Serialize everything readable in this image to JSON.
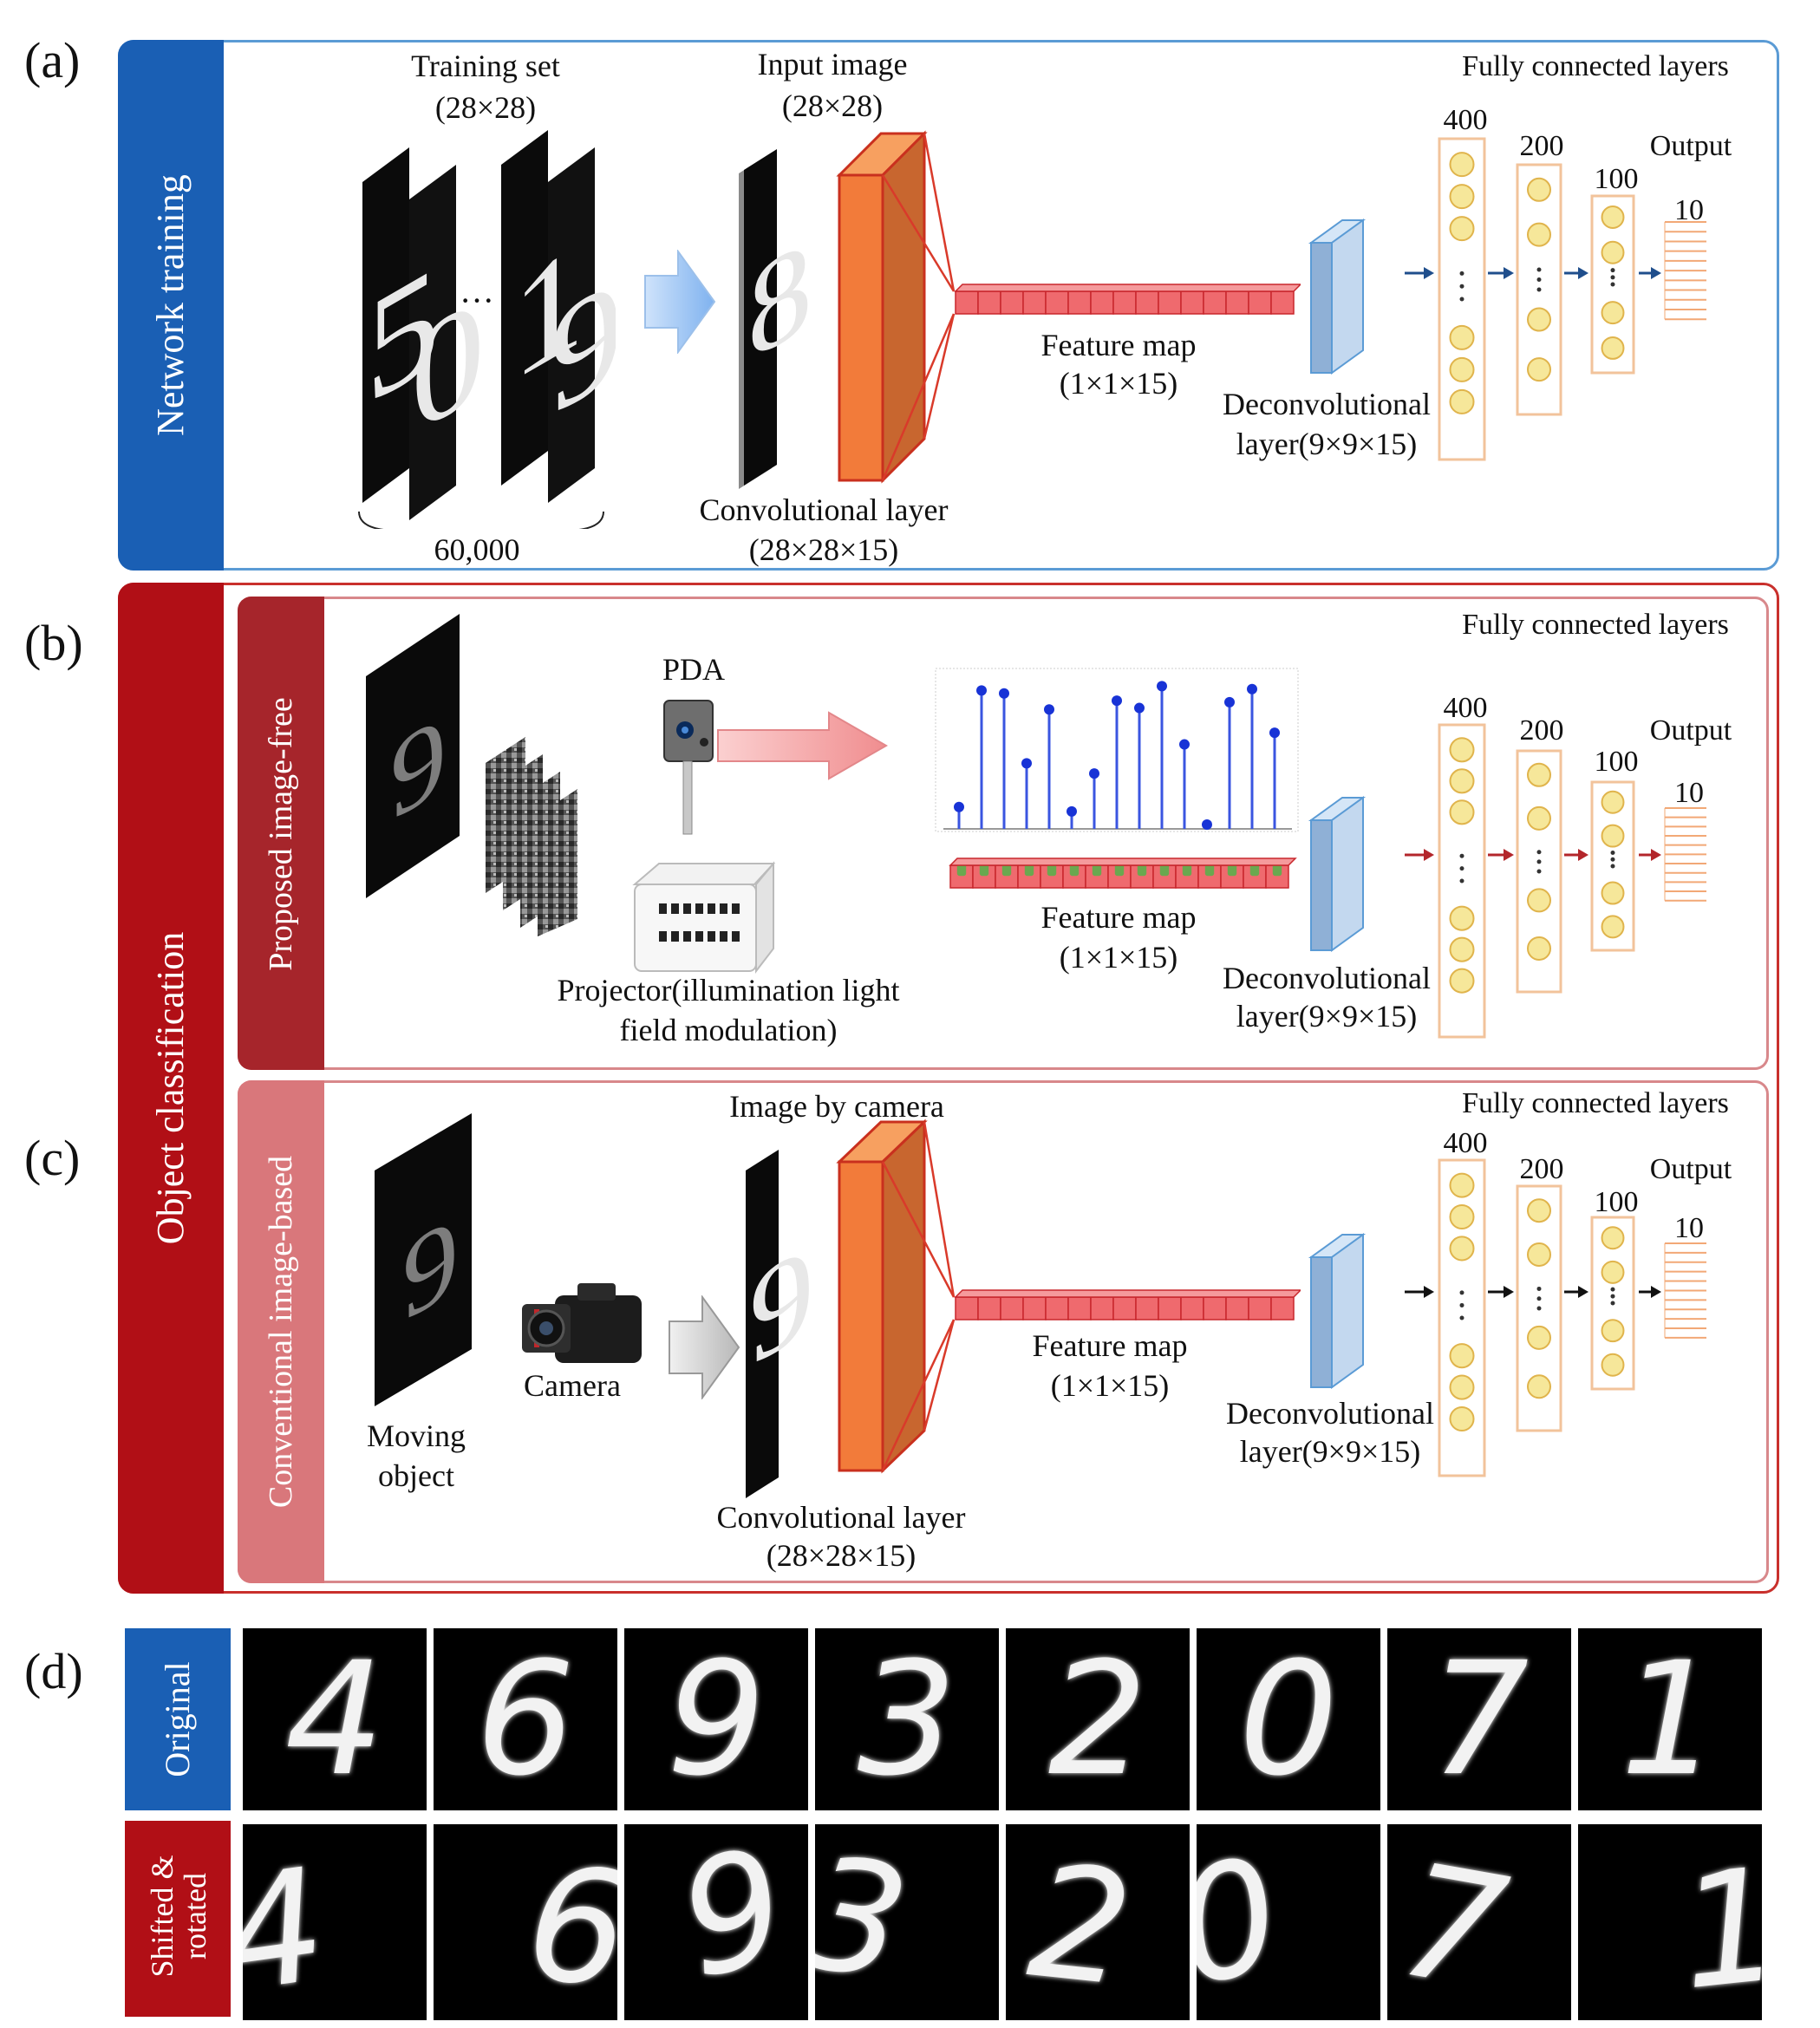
{
  "panels": {
    "a": {
      "letter": "(a)",
      "side_label": "Network training",
      "training_set": "Training set",
      "training_set_dim": "(28×28)",
      "training_count": "60,000",
      "dots": "···",
      "input_image": "Input image",
      "input_image_dim": "(28×28)",
      "conv_layer": "Convolutional layer",
      "conv_layer_dim": "(28×28×15)",
      "feature_map": "Feature map",
      "feature_map_dim": "(1×1×15)",
      "deconv": "Deconvolutional",
      "deconv_dim": "layer(9×9×15)",
      "fc_title": "Fully connected layers",
      "fc_sizes": [
        "400",
        "200",
        "100"
      ],
      "output": "Output",
      "output_size": "10",
      "digits_training": [
        "5",
        "0",
        "1",
        "9"
      ],
      "digit_input": "8"
    },
    "b": {
      "letter": "(b)",
      "side_label": "Proposed image-free",
      "pda": "PDA",
      "projector_line1": "Projector(illumination light",
      "projector_line2": "field modulation)",
      "feature_map": "Feature map",
      "feature_map_dim": "(1×1×15)",
      "deconv": "Deconvolutional",
      "deconv_dim": "layer(9×9×15)",
      "fc_title": "Fully connected layers",
      "fc_sizes": [
        "400",
        "200",
        "100"
      ],
      "output": "Output",
      "output_size": "10",
      "stem_values": [
        0.15,
        0.95,
        0.93,
        0.45,
        0.82,
        0.12,
        0.38,
        0.88,
        0.83,
        0.98,
        0.58,
        0.03,
        0.87,
        0.96,
        0.66
      ]
    },
    "c": {
      "letter": "(c)",
      "side_label": "Conventional image-based",
      "moving_line1": "Moving",
      "moving_line2": "object",
      "camera": "Camera",
      "image_by_camera": "Image by camera",
      "conv_layer": "Convolutional layer",
      "conv_layer_dim": "(28×28×15)",
      "feature_map": "Feature map",
      "feature_map_dim": "(1×1×15)",
      "deconv": "Deconvolutional",
      "deconv_dim": "layer(9×9×15)",
      "fc_title": "Fully connected layers",
      "fc_sizes": [
        "400",
        "200",
        "100"
      ],
      "output": "Output",
      "output_size": "10",
      "digit_camera": "9"
    },
    "group_label": "Object classification",
    "d": {
      "letter": "(d)",
      "row1_label": "Original",
      "row2_label_line1": "Shifted &",
      "row2_label_line2": "rotated",
      "digits": [
        "4",
        "6",
        "9",
        "3",
        "2",
        "0",
        "7",
        "1"
      ]
    }
  },
  "colors": {
    "blue_bar": "#1a5fb4",
    "red_bar": "#b10f16",
    "dark_red_sub": "#a6252b",
    "light_red_sub": "#d9777b",
    "conv_orange": "#f27b3a",
    "feature_red": "#ef6a6e",
    "fc_border": "#f2c39b",
    "node_yellow": "#f6e79a"
  }
}
